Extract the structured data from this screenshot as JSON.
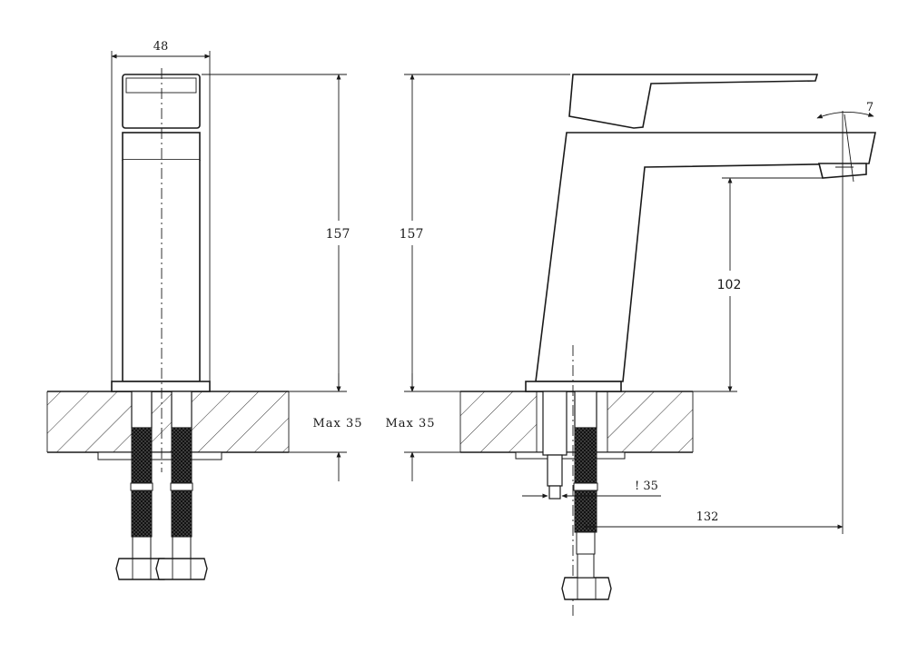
{
  "dimensions": {
    "front_width": "48",
    "front_height": "157",
    "side_height": "157",
    "spout_height": "102",
    "spout_angle": "7",
    "front_max_thickness": "Max 35",
    "side_max_thickness": "Max 35",
    "hole_diameter": "! 35",
    "spout_reach": "132"
  },
  "colors": {
    "line": "#1a1a1a",
    "background": "#ffffff",
    "hose": "#333333"
  }
}
